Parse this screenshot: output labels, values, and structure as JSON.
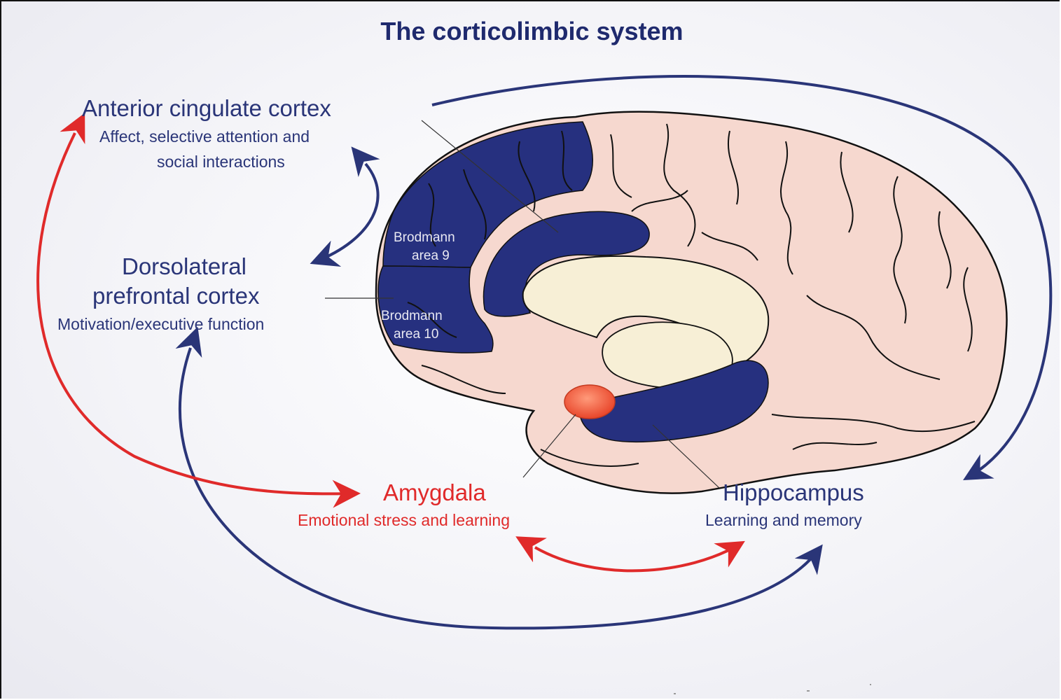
{
  "title": "The corticolimbic system",
  "regions": {
    "acc": {
      "name": "Anterior cingulate cortex",
      "function_line1": "Affect, selective attention and",
      "function_line2": "social interactions"
    },
    "dlpfc": {
      "name_line1": "Dorsolateral",
      "name_line2": "prefrontal cortex",
      "function": "Motivation/executive function"
    },
    "amygdala": {
      "name": "Amygdala",
      "function": "Emotional stress and learning"
    },
    "hippocampus": {
      "name": "Hippocampus",
      "function": "Learning and memory"
    }
  },
  "brodmann": {
    "area9_line1": "Brodmann",
    "area9_line2": "area 9",
    "area10_line1": "Brodmann",
    "area10_line2": "area 10"
  },
  "colors": {
    "blue": "#2a3578",
    "red": "#e02a2a",
    "brain_fill": "#f6d8cf",
    "region_fill": "#26307f",
    "white_matter": "#f7efd6"
  }
}
